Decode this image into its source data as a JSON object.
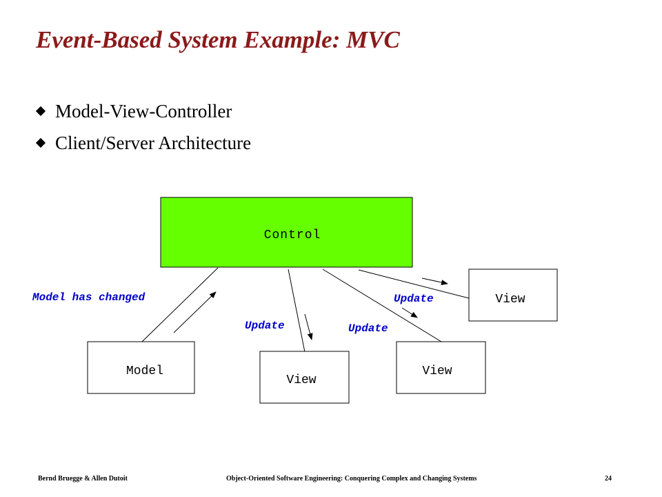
{
  "title": "Event-Based System Example: MVC",
  "bullets": [
    "Model-View-Controller",
    "Client/Server Architecture"
  ],
  "diagram": {
    "control_label": "Control",
    "model_label": "Model",
    "view_labels": [
      "View",
      "View",
      "View"
    ],
    "model_changed_label": "Model has changed",
    "update_labels": [
      "Update",
      "Update",
      "Update"
    ],
    "colors": {
      "control_fill": "#66ff00",
      "message_text": "#0000cc"
    }
  },
  "footer": {
    "authors": "Bernd Bruegge & Allen Dutoit",
    "book": "Object-Oriented Software Engineering: Conquering Complex and Changing Systems",
    "page": "24"
  }
}
